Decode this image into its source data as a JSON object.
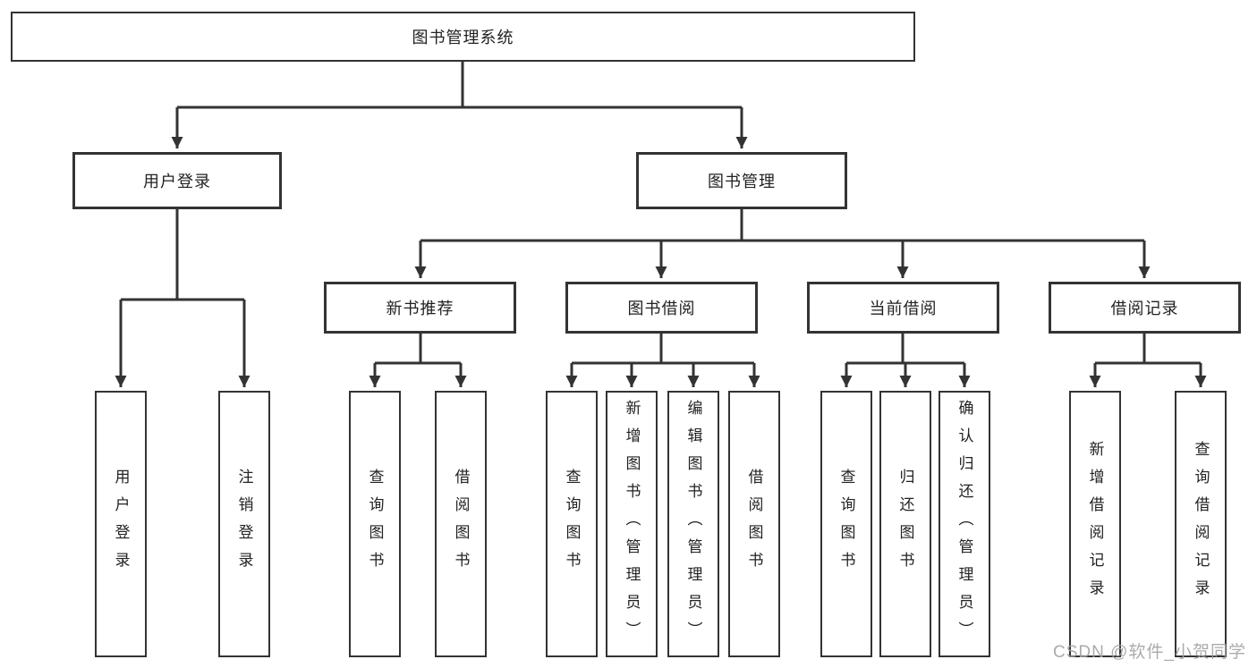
{
  "diagram": {
    "title": "图书管理系统",
    "root": {
      "label": "图书管理系统"
    },
    "level2": [
      {
        "label": "用户登录"
      },
      {
        "label": "图书管理"
      }
    ],
    "level3": [
      {
        "label": "新书推荐"
      },
      {
        "label": "图书借阅"
      },
      {
        "label": "当前借阅"
      },
      {
        "label": "借阅记录"
      }
    ],
    "leaves": [
      {
        "label": "用户登录",
        "parent": "用户登录"
      },
      {
        "label": "注销登录",
        "parent": "用户登录"
      },
      {
        "label": "查询图书",
        "parent": "新书推荐"
      },
      {
        "label": "借阅图书",
        "parent": "新书推荐"
      },
      {
        "label": "查询图书",
        "parent": "图书借阅"
      },
      {
        "label": "新增图书（管理员）",
        "parent": "图书借阅"
      },
      {
        "label": "编辑图书（管理员）",
        "parent": "图书借阅"
      },
      {
        "label": "借阅图书",
        "parent": "图书借阅"
      },
      {
        "label": "查询图书",
        "parent": "当前借阅"
      },
      {
        "label": "归还图书",
        "parent": "当前借阅"
      },
      {
        "label": "确认归还（管理员）",
        "parent": "当前借阅"
      },
      {
        "label": "新增借阅记录",
        "parent": "借阅记录"
      },
      {
        "label": "查询借阅记录",
        "parent": "借阅记录"
      }
    ],
    "watermark": "CSDN @软件_小贺同学",
    "colors": {
      "line": "#333333",
      "box_border": "#333333",
      "text": "#222222",
      "watermark": "#a3a3a3",
      "background": "#ffffff"
    }
  }
}
